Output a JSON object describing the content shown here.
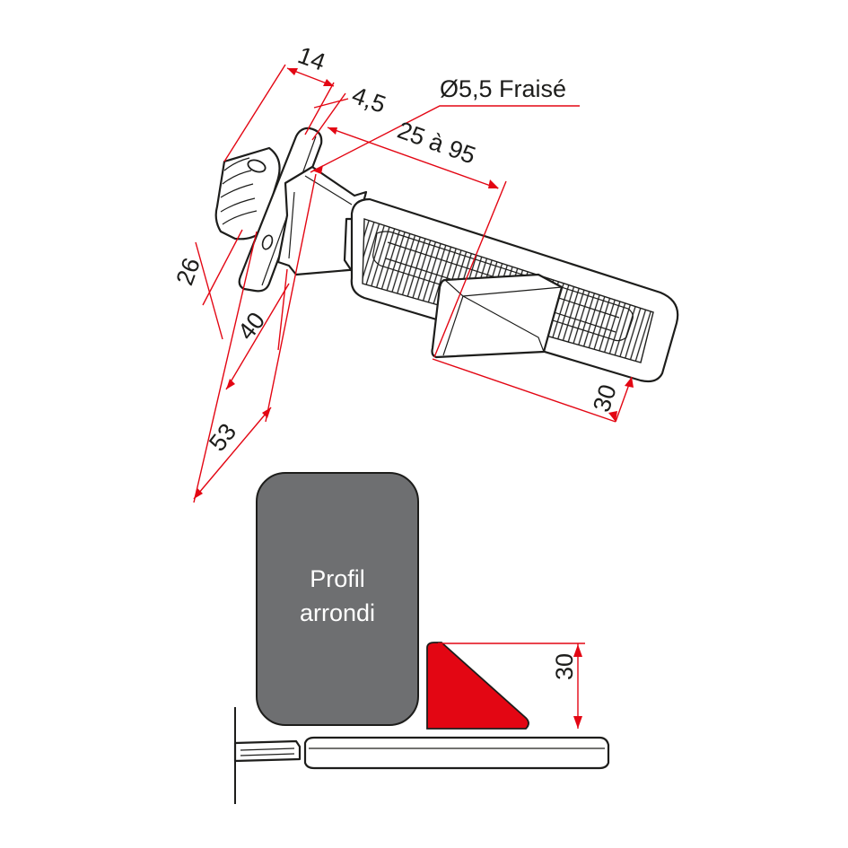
{
  "colors": {
    "dimension": "#e30613",
    "outline": "#1d1d1b",
    "profile_fill": "#6e6f71",
    "stopper_fill": "#e30613"
  },
  "top_view": {
    "dimensions": {
      "width_14": "14",
      "offset_4_5": "4,5",
      "hole": "Ø5,5 Fraisé",
      "range": "25 à 95",
      "height_26": "26",
      "length_40": "40",
      "length_53": "53",
      "depth_30": "30"
    }
  },
  "side_view": {
    "profile_label_line1": "Profil",
    "profile_label_line2": "arrondi",
    "height_30": "30"
  }
}
